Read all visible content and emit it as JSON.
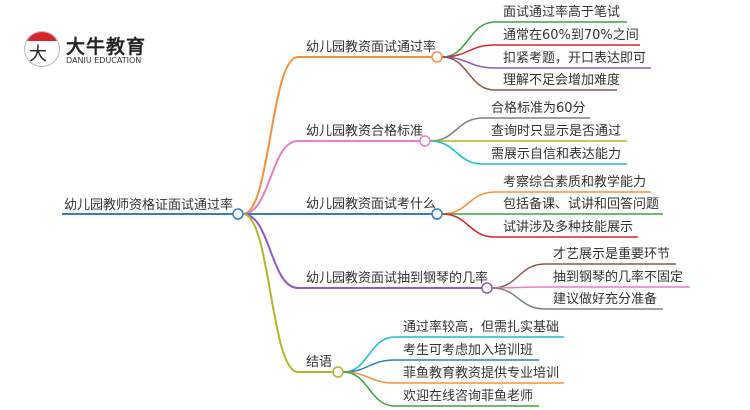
{
  "logo": {
    "name": "大牛教育",
    "subtitle": "DANIU EDUCATION",
    "mark": "大牛"
  },
  "root": {
    "label": "幼儿园教师资格证面试通过率",
    "color": "#2f7fc1"
  },
  "branches": [
    {
      "label": "幼儿园教资面试通过率",
      "color": "#f7903b",
      "children": [
        {
          "label": "面试通过率高于笔试",
          "color": "#3aa63a"
        },
        {
          "label": "通常在60%到70%之间",
          "color": "#d9262c"
        },
        {
          "label": "扣紧考题，开口表达即可",
          "color": "#9457c8"
        },
        {
          "label": "理解不足会增加难度",
          "color": "#8c5a4b"
        }
      ]
    },
    {
      "label": "幼儿园教资合格标准",
      "color": "#e97fc8",
      "children": [
        {
          "label": "合格标准为60分",
          "color": "#808080"
        },
        {
          "label": "查询时只显示是否通过",
          "color": "#b5b52a"
        },
        {
          "label": "需展示自信和表达能力",
          "color": "#1fbcd2"
        }
      ]
    },
    {
      "label": "幼儿园教资面试考什么",
      "color": "#2f7fc1",
      "children": [
        {
          "label": "考察综合素质和教学能力",
          "color": "#f7903b"
        },
        {
          "label": "包括备课、试讲和回答问题",
          "color": "#3aa63a"
        },
        {
          "label": "试讲涉及多种技能展示",
          "color": "#d9262c"
        }
      ]
    },
    {
      "label": "幼儿园教资面试抽到钢琴的几率",
      "color": "#9457c8",
      "children": [
        {
          "label": "才艺展示是重要环节",
          "color": "#8c5a4b"
        },
        {
          "label": "抽到钢琴的几率不固定",
          "color": "#e97fc8"
        },
        {
          "label": "建议做好充分准备",
          "color": "#808080"
        }
      ]
    },
    {
      "label": "结语",
      "color": "#b5b52a",
      "children": [
        {
          "label": "通过率较高，但需扎实基础",
          "color": "#1fbcd2"
        },
        {
          "label": "考生可考虑加入培训班",
          "color": "#2f7fc1"
        },
        {
          "label": "菲鱼教育教资提供专业培训",
          "color": "#f7903b"
        },
        {
          "label": "欢迎在线咨询菲鱼老师",
          "color": "#3aa63a"
        }
      ]
    }
  ]
}
